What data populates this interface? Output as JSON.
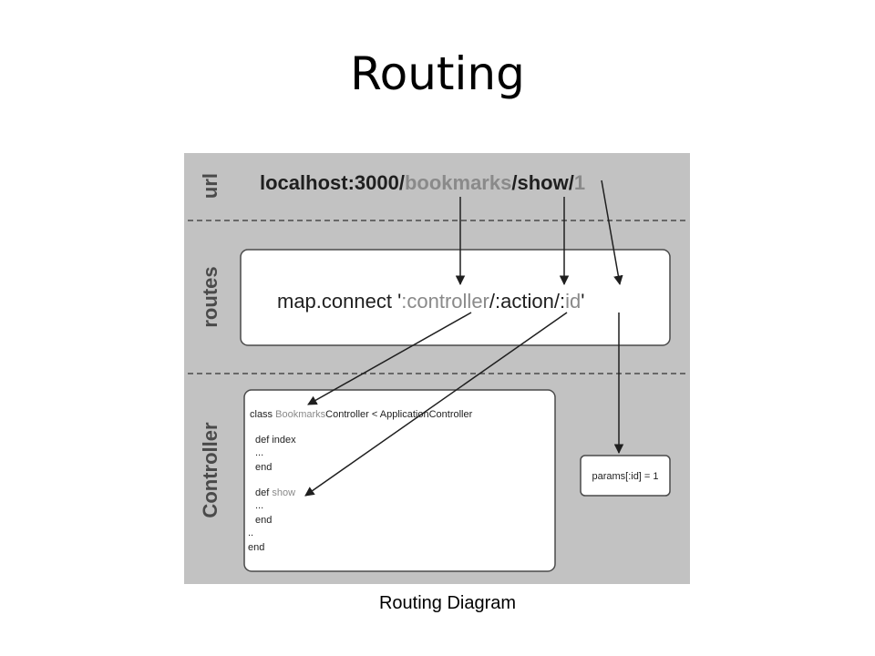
{
  "slide": {
    "title": "Routing",
    "caption": "Routing Diagram"
  },
  "diagram": {
    "lane_labels": {
      "url": "url",
      "routes": "routes",
      "controller": "Controller"
    },
    "url": {
      "prefix": "localhost:3000/",
      "controller": "bookmarks",
      "sep1": "/",
      "action": "show",
      "sep2": "/",
      "id": "1"
    },
    "route": {
      "prefix": "map.connect '",
      "controller": ":controller",
      "sep1": "/",
      "action": ":action",
      "sep2": "/:",
      "id": "id",
      "suffix": "'"
    },
    "code": {
      "class_kw": "class ",
      "class_name": "Bookmarks",
      "class_rest": "Controller < ApplicationController",
      "def_index": "def index",
      "dots1": "...",
      "end1": "end",
      "def_show_kw": "def ",
      "def_show_name": "show",
      "dots2": "...",
      "end2": "end",
      "dots3": "..",
      "end3": "end"
    },
    "params_box": "params[:id] = 1"
  },
  "colors": {
    "background": "#c2c2c2",
    "highlight_text": "#8a8a8a",
    "dark_text": "#1f1f1f"
  }
}
